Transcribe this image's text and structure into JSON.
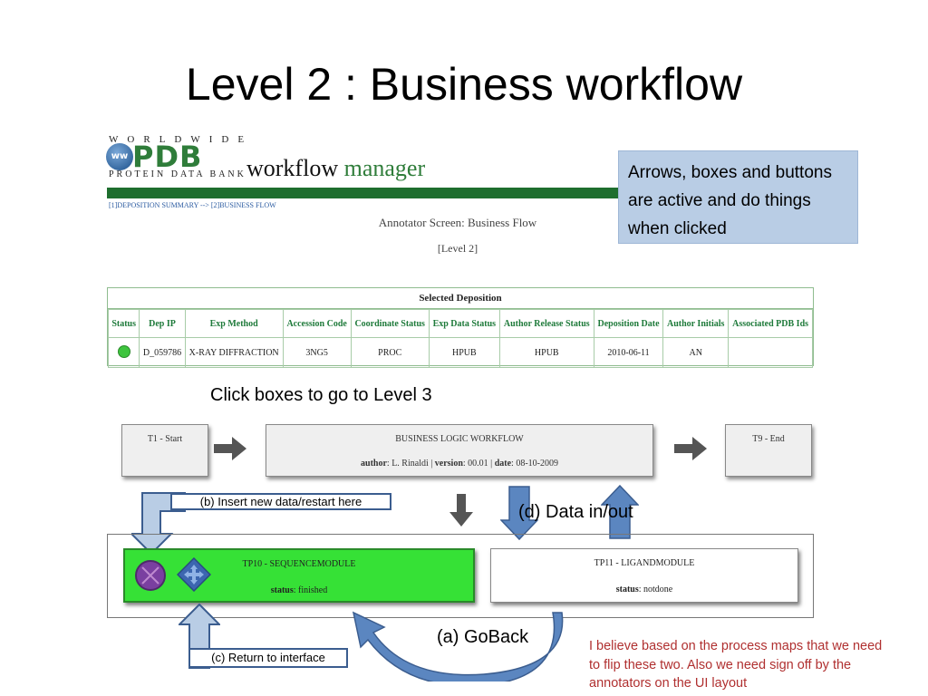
{
  "slide": {
    "title": "Level 2 : Business workflow"
  },
  "logo": {
    "top_letters": "WORLDWIDE",
    "main": "PDB",
    "globe_text": "ww",
    "subtitle": "PROTEIN DATA BANK",
    "product_part1": "workflow",
    "product_part2": "manager"
  },
  "breadcrumb": "[1]DEPOSITION SUMMARY --> [2]BUSINESS FLOW",
  "screen": {
    "title": "Annotator Screen: Business Flow",
    "level": "[Level 2]"
  },
  "notes": {
    "blue": "Arrows, boxes and buttons are active and do things when clicked",
    "click_boxes": "Click boxes to go to Level 3",
    "data_inout": "(d) Data in/out",
    "goback": "(a) GoBack",
    "insert_new": "(b) Insert new data/restart here",
    "return_interface": "(c) Return to interface",
    "red": "I believe based on the process maps that we need to flip these two. Also we need sign off by the annotators on the UI layout"
  },
  "deposition_table": {
    "caption": "Selected Deposition",
    "headers": [
      "Status",
      "Dep IP",
      "Exp Method",
      "Accession Code",
      "Coordinate Status",
      "Exp Data Status",
      "Author Release Status",
      "Deposition Date",
      "Author Initials",
      "Associated PDB Ids"
    ],
    "row": {
      "dep_ip": "D_059786",
      "exp_method": "X-RAY DIFFRACTION",
      "accession": "3NG5",
      "coord_status": "PROC",
      "exp_data_status": "HPUB",
      "author_release": "HPUB",
      "dep_date": "2010-06-11",
      "initials": "AN",
      "pdb_ids": ""
    }
  },
  "workflow": {
    "start_label": "T1 - Start",
    "end_label": "T9 - End",
    "business": {
      "title": "BUSINESS LOGIC WORKFLOW",
      "author_key": "author",
      "author_val": "L. Rinaldi",
      "version_key": "version",
      "version_val": "00.01",
      "date_key": "date",
      "date_val": "08-10-2009",
      "sep": "|"
    },
    "sequence": {
      "title": "TP10 - SEQUENCEMODULE",
      "status_key": "status",
      "status_val": "finished"
    },
    "ligand": {
      "title": "TP11 - LIGANDMODULE",
      "status_key": "status",
      "status_val": "notdone"
    }
  },
  "colors": {
    "pdb_green": "#2f7d3a",
    "active_green": "#36e136",
    "note_blue": "#b9cde5",
    "arrow_blue": "#5b86c0",
    "red_text": "#b03030"
  },
  "icons": [
    "globe-icon",
    "stop-icon",
    "move-icon",
    "right-arrow-icon",
    "down-arrow-icon",
    "up-arrow-icon",
    "curved-arrow-icon"
  ]
}
